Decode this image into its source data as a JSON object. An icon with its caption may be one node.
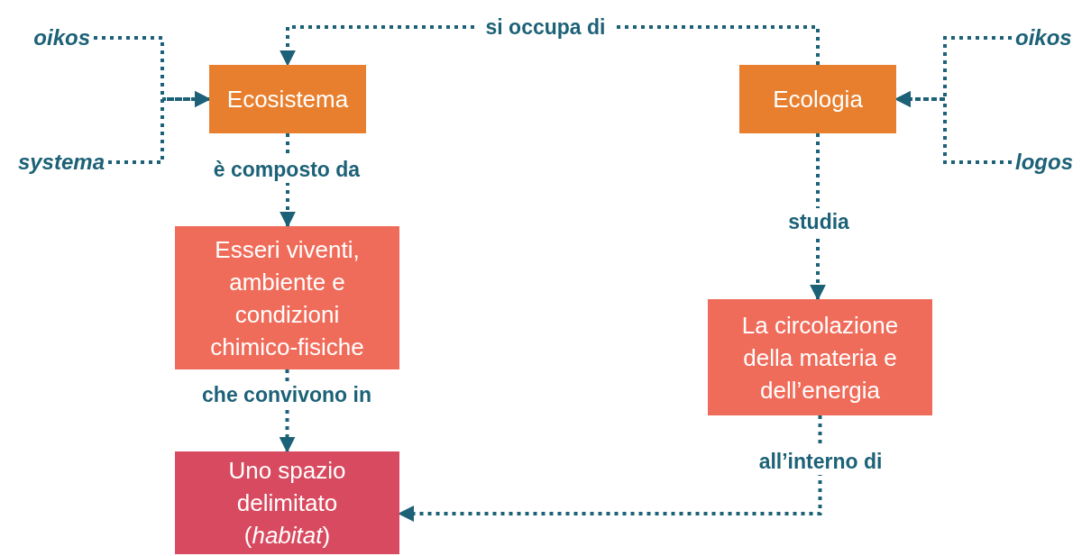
{
  "diagram": {
    "nodes": [
      {
        "text": [
          "oikos"
        ]
      },
      {
        "text": [
          "systema"
        ]
      },
      {
        "text": [
          "Ecosistema"
        ]
      },
      {
        "text": [
          "Ecologia"
        ]
      },
      {
        "text": [
          "oikos"
        ]
      },
      {
        "text": [
          "logos"
        ]
      },
      {
        "text": [
          "Esseri viventi, ambiente e condizioni chimico-fisiche"
        ]
      },
      {
        "text": [
          "La circolazione della materia e dell’energia"
        ]
      },
      {
        "text": [
          "Uno spazio delimitato (*habitat*)"
        ]
      }
    ],
    "edges": [
      {
        "from": 0,
        "to": 2,
        "arrow": "to"
      },
      {
        "from": 1,
        "to": 2,
        "arrow": "to"
      },
      {
        "from": 3,
        "to": 2,
        "arrow": "to",
        "label": "si occupa di"
      },
      {
        "from": 4,
        "to": 3,
        "arrow": "to"
      },
      {
        "from": 5,
        "to": 3,
        "arrow": "to"
      },
      {
        "from": 2,
        "to": 6,
        "arrow": "to",
        "label": "è composto da"
      },
      {
        "from": 3,
        "to": 7,
        "arrow": "to",
        "label": "studia"
      },
      {
        "from": 6,
        "to": 8,
        "arrow": "to",
        "label": "che convivono in"
      },
      {
        "from": 7,
        "to": 8,
        "arrow": "to",
        "label": "all’interno di"
      }
    ]
  }
}
